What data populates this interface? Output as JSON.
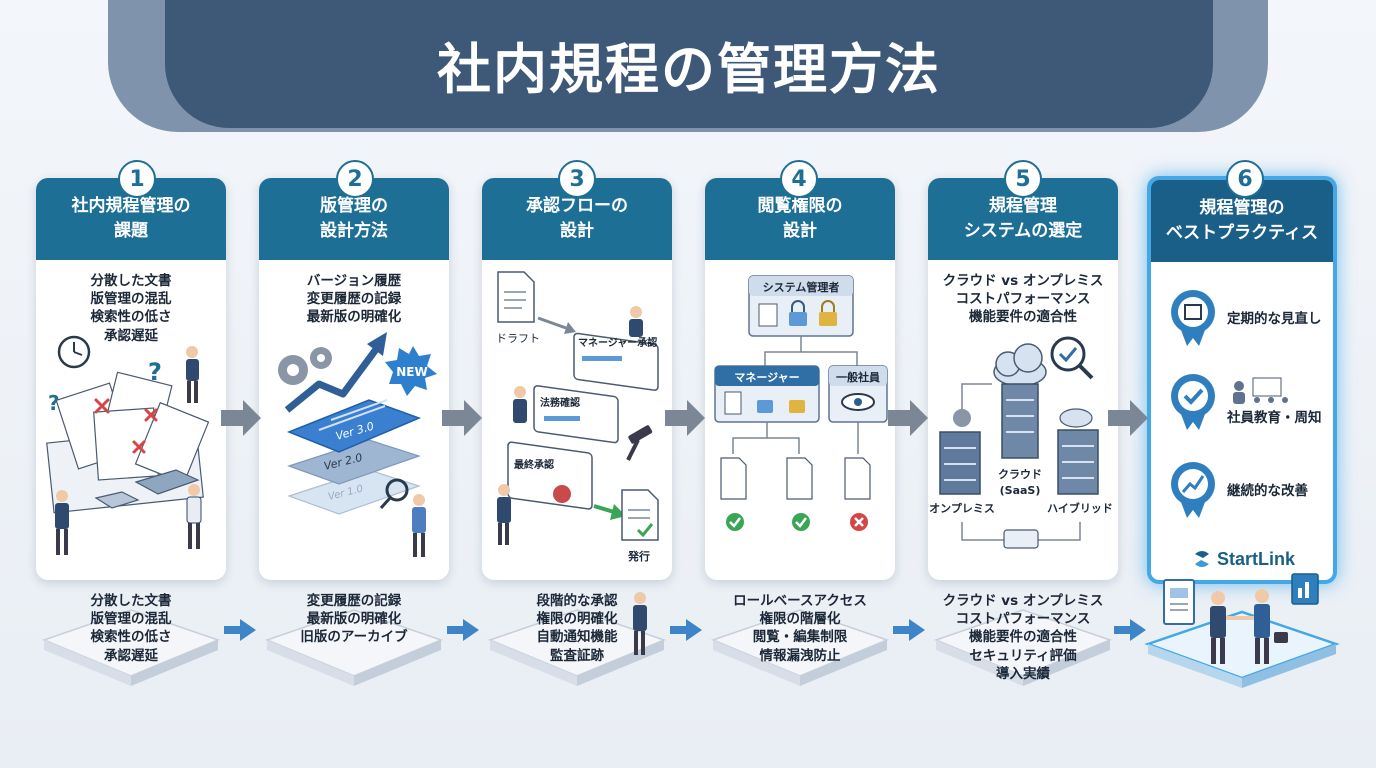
{
  "title": "社内規程の管理方法",
  "steps": [
    {
      "number": "1",
      "heading": [
        "社内規程管理の",
        "課題"
      ],
      "body": [
        "分散した文書",
        "版管理の混乱",
        "検索性の低さ",
        "承認遅延"
      ],
      "bottom": [
        "分散した文書",
        "版管理の混乱",
        "検索性の低さ",
        "承認遅延"
      ]
    },
    {
      "number": "2",
      "heading": [
        "版管理の",
        "設計方法"
      ],
      "body": [
        "バージョン履歴",
        "変更履歴の記録",
        "最新版の明確化"
      ],
      "bottom": [
        "変更履歴の記録",
        "最新版の明確化",
        "旧版のアーカイブ"
      ],
      "new_tag": "NEW",
      "versions": [
        "Ver 3.0",
        "Ver 2.0",
        "Ver 1.0"
      ]
    },
    {
      "number": "3",
      "heading": [
        "承認フローの",
        "設計"
      ],
      "body": [],
      "bottom": [
        "段階的な承認",
        "権限の明確化",
        "自動通知機能",
        "監査証跡"
      ],
      "flow_labels": {
        "draft": "ドラフト",
        "manager": "マネージャー承認",
        "legal": "法務確認",
        "final": "最終承認",
        "issued": "発行"
      }
    },
    {
      "number": "4",
      "heading": [
        "閲覧権限の",
        "設計"
      ],
      "body": [],
      "bottom": [
        "ロールベースアクセス",
        "権限の階層化",
        "閲覧・編集制限",
        "情報漏洩防止"
      ],
      "roles": {
        "admin": "システム管理者",
        "manager": "マネージャー",
        "staff": "一般社員"
      }
    },
    {
      "number": "5",
      "heading": [
        "規程管理",
        "システムの選定"
      ],
      "body": [
        "クラウド vs オンプレミス",
        "コストパフォーマンス",
        "機能要件の適合性"
      ],
      "bottom": [
        "クラウド vs オンプレミス",
        "コストパフォーマンス",
        "機能要件の適合性",
        "セキュリティ評価",
        "導入実績"
      ],
      "systems": {
        "onprem": "オンプレミス",
        "cloud": "クラウド",
        "cloud_sub": "(SaaS)",
        "hybrid": "ハイブリッド"
      }
    },
    {
      "number": "6",
      "heading": [
        "規程管理の",
        "ベストプラクティス"
      ],
      "practices": [
        "定期的な見直し",
        "社員教育・周知",
        "継続的な改善"
      ],
      "brand": "StartLink"
    }
  ],
  "colors": {
    "banner": "#3e5878",
    "card_header": "#1e6f96",
    "featured_glow": "#45a8e6",
    "arrow": "#7b8794",
    "small_arrow": "#3d85c6"
  }
}
